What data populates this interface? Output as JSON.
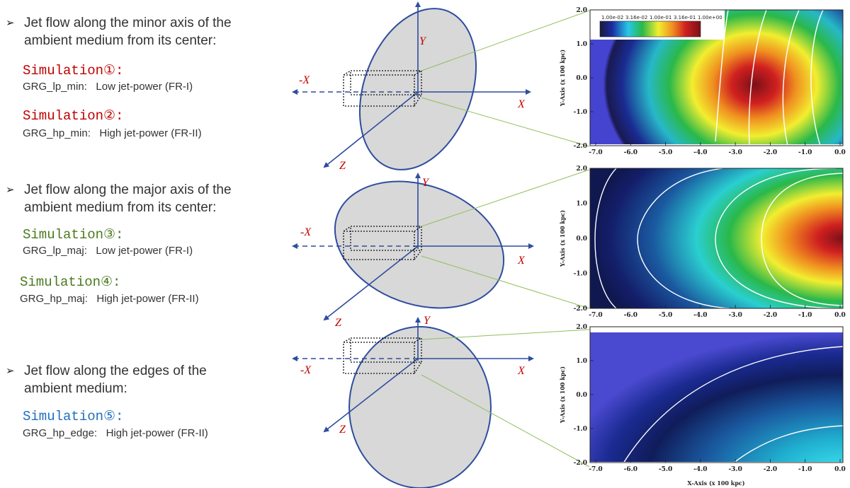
{
  "bullets": [
    "Jet flow along the minor axis of the ambient medium from its center:",
    "Jet flow along the major axis of the ambient medium from its center:",
    "Jet flow along the edges of the ambient medium:"
  ],
  "simulations": [
    {
      "title": "Simulation①:",
      "code": "GRG_lp_min:",
      "desc": "Low jet-power (FR-I)",
      "color": "#c00000"
    },
    {
      "title": "Simulation②:",
      "code": "GRG_hp_min:",
      "desc": "High jet-power (FR-II)",
      "color": "#c00000"
    },
    {
      "title": "Simulation③:",
      "code": "GRG_lp_maj:",
      "desc": "Low jet-power (FR-I)",
      "color": "#4a7a1e"
    },
    {
      "title": "Simulation④:",
      "code": "GRG_hp_maj:",
      "desc": "High jet-power (FR-II)",
      "color": "#4a7a1e"
    },
    {
      "title": "Simulation⑤:",
      "code": "GRG_hp_edge:",
      "desc": "High jet-power (FR-II)",
      "color": "#1f6fbf"
    }
  ],
  "axis_letters": {
    "x": "X",
    "neg_x": "-X",
    "y": "Y",
    "z": "Z"
  },
  "colorbar_ticks": [
    "1.00e-02",
    "3.16e-02",
    "1.00e-01",
    "3.16e-01",
    "1.00e+00"
  ],
  "plots": {
    "x_ticks": [
      "-7.0",
      "-6.0",
      "-5.0",
      "-4.0",
      "-3.0",
      "-2.0",
      "-1.0",
      "0.0"
    ],
    "y_ticks": [
      "2.0",
      "1.0",
      "0.0",
      "-1.0",
      "-2.0"
    ],
    "ylabel": "Y-Axis (x 100 kpc)",
    "xlabel": "X-Axis (x 100 kpc)"
  },
  "colors": {
    "axis_blue": "#2e4d9e",
    "ellipse_fill": "#d8d8d8",
    "leader_green": "#8fbf5a",
    "axis_letter": "#c00000"
  }
}
